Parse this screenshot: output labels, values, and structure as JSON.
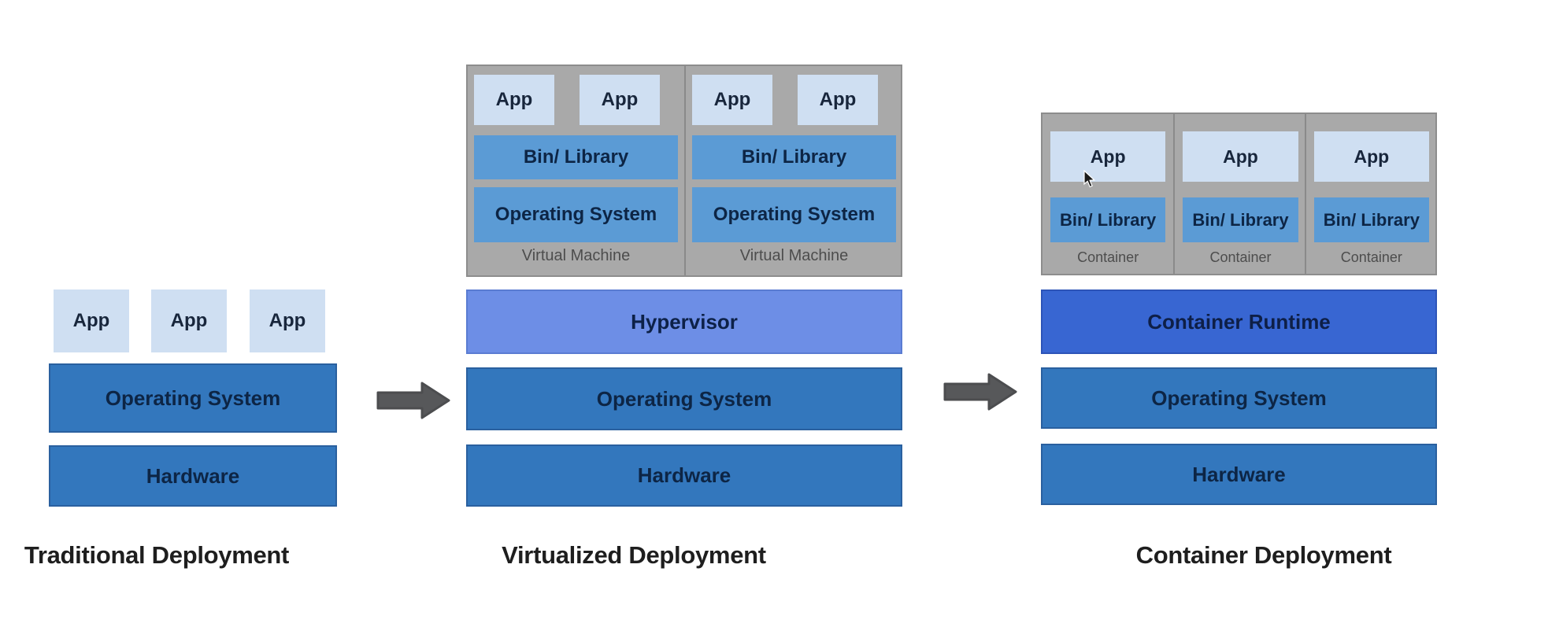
{
  "diagram": {
    "traditional": {
      "title": "Traditional Deployment",
      "apps": [
        "App",
        "App",
        "App"
      ],
      "os": "Operating System",
      "hardware": "Hardware"
    },
    "virtualized": {
      "title": "Virtualized Deployment",
      "vms": [
        {
          "apps": [
            "App",
            "App"
          ],
          "bin": "Bin/ Library",
          "os": "Operating System",
          "caption": "Virtual Machine"
        },
        {
          "apps": [
            "App",
            "App"
          ],
          "bin": "Bin/ Library",
          "os": "Operating System",
          "caption": "Virtual Machine"
        }
      ],
      "hypervisor": "Hypervisor",
      "os": "Operating System",
      "hardware": "Hardware"
    },
    "container": {
      "title": "Container Deployment",
      "containers": [
        {
          "app": "App",
          "bin": "Bin/ Library",
          "caption": "Container"
        },
        {
          "app": "App",
          "bin": "Bin/ Library",
          "caption": "Container"
        },
        {
          "app": "App",
          "bin": "Bin/ Library",
          "caption": "Container"
        }
      ],
      "runtime": "Container Runtime",
      "os": "Operating System",
      "hardware": "Hardware"
    },
    "icons": {
      "arrow": "right-arrow",
      "cursor": "mouse-pointer"
    },
    "colors": {
      "app_box_blue": "#cfdff2",
      "mid_blue": "#5b9bd5",
      "deep_blue": "#3377bd",
      "hypervisor_blue": "#6d8ee6",
      "runtime_blue": "#3866d2",
      "group_gray": "#a9a9a9",
      "arrow_gray": "#57585a",
      "caption_gray": "#4d4d4d"
    }
  }
}
